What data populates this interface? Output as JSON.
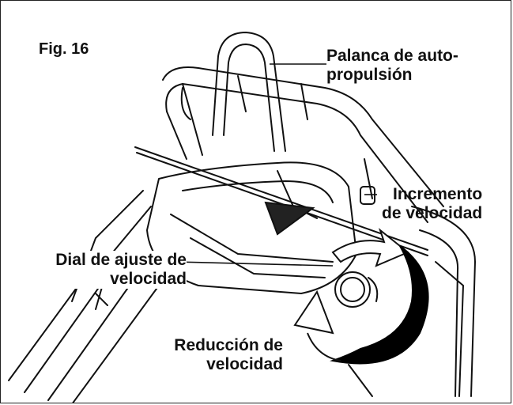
{
  "figure": {
    "label": "Fig. 16"
  },
  "callouts": {
    "lever": {
      "line1": "Palanca de auto-",
      "line2": "propulsión"
    },
    "increase": {
      "line1": "Incremento",
      "line2": "de velocidad"
    },
    "dial": {
      "line1": "Dial de ajuste de",
      "line2": "velocidad"
    },
    "decrease": {
      "line1": "Reducción de",
      "line2": "velocidad"
    }
  },
  "colors": {
    "ink": "#111111",
    "background": "#ffffff",
    "accent_arrow": "#000000"
  }
}
